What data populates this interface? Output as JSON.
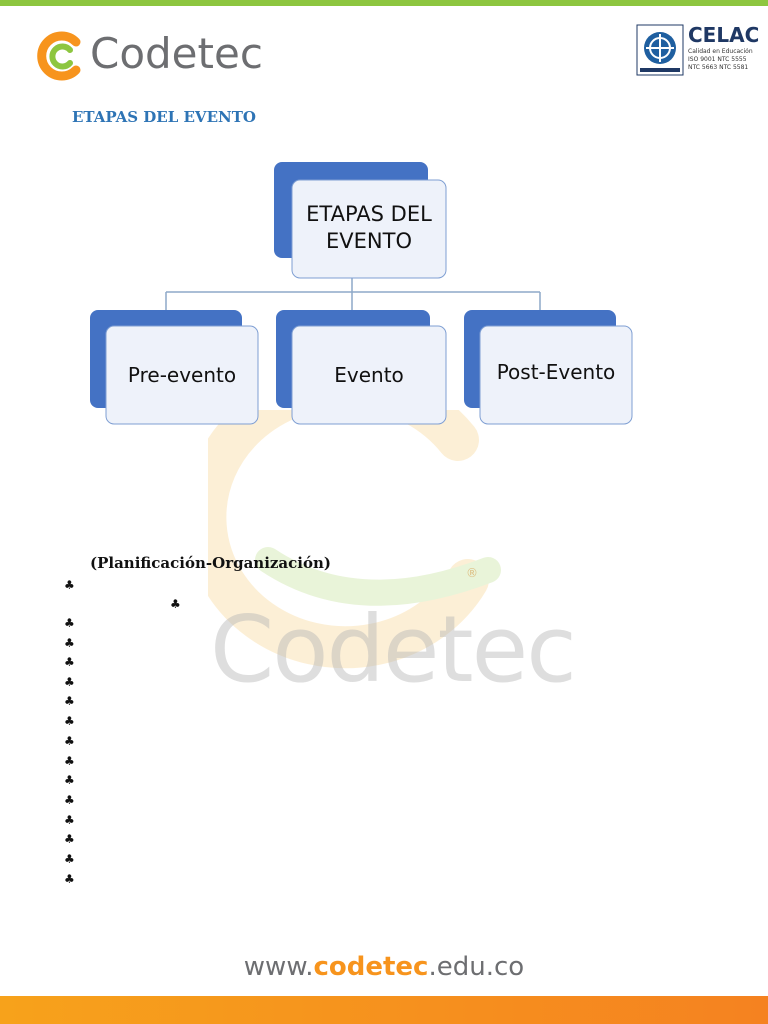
{
  "header": {
    "logo_text": "Codetec",
    "celac": {
      "name": "CELAC",
      "line1": "Calidad en Educación",
      "line2": "ISO 9001    NTC 5555",
      "line3": "NTC 5663    NTC 5581"
    }
  },
  "section_title": "ETAPAS DEL EVENTO",
  "diagram": {
    "root_line1": "ETAPAS DEL",
    "root_line2": "EVENTO",
    "children": [
      "Pre-evento",
      "Evento",
      "Post-Evento"
    ]
  },
  "watermark_text": "Codetec",
  "subheading": "(Planificación-Organización)",
  "bullet_char": "♣",
  "footer": {
    "url_prefix": "www.",
    "url_brand": "codetec",
    "url_suffix": ".edu.co"
  },
  "colors": {
    "green_bar": "#8dc63f",
    "orange_bar": "#f58220",
    "title_blue": "#2e74b5",
    "node_blue": "#4472c4",
    "node_fill": "#eef2fa"
  }
}
